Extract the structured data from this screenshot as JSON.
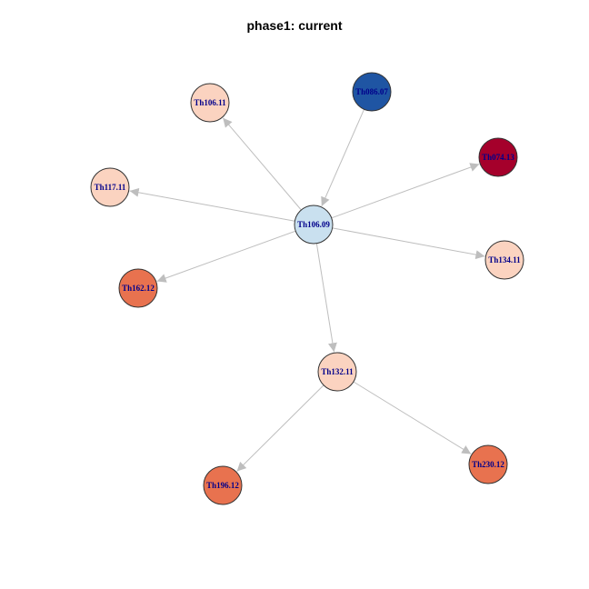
{
  "title": "phase1: current",
  "style": {
    "edge_color": "#bebebe",
    "node_border": "#333333",
    "label_color": "#00008b"
  },
  "nodes": [
    {
      "id": "Th106.09",
      "label": "Th106.09",
      "color": "#c9e0ef"
    },
    {
      "id": "Th086.07",
      "label": "Th086.07",
      "color": "#1f55a3"
    },
    {
      "id": "Th106.11",
      "label": "Th106.11",
      "color": "#fbd3c0"
    },
    {
      "id": "Th074.13",
      "label": "Th074.13",
      "color": "#a5002b"
    },
    {
      "id": "Th117.11",
      "label": "Th117.11",
      "color": "#fbd3c0"
    },
    {
      "id": "Th134.11",
      "label": "Th134.11",
      "color": "#fbd3c0"
    },
    {
      "id": "Th162.12",
      "label": "Th162.12",
      "color": "#e8724f"
    },
    {
      "id": "Th132.11",
      "label": "Th132.11",
      "color": "#fbd3c0"
    },
    {
      "id": "Th196.12",
      "label": "Th196.12",
      "color": "#e8724f"
    },
    {
      "id": "Th230.12",
      "label": "Th230.12",
      "color": "#e8724f"
    }
  ],
  "edges": [
    {
      "from": "Th086.07",
      "to": "Th106.09"
    },
    {
      "from": "Th106.09",
      "to": "Th106.11"
    },
    {
      "from": "Th106.09",
      "to": "Th074.13"
    },
    {
      "from": "Th106.09",
      "to": "Th117.11"
    },
    {
      "from": "Th106.09",
      "to": "Th134.11"
    },
    {
      "from": "Th106.09",
      "to": "Th162.12"
    },
    {
      "from": "Th106.09",
      "to": "Th132.11"
    },
    {
      "from": "Th132.11",
      "to": "Th196.12"
    },
    {
      "from": "Th132.11",
      "to": "Th230.12"
    }
  ]
}
